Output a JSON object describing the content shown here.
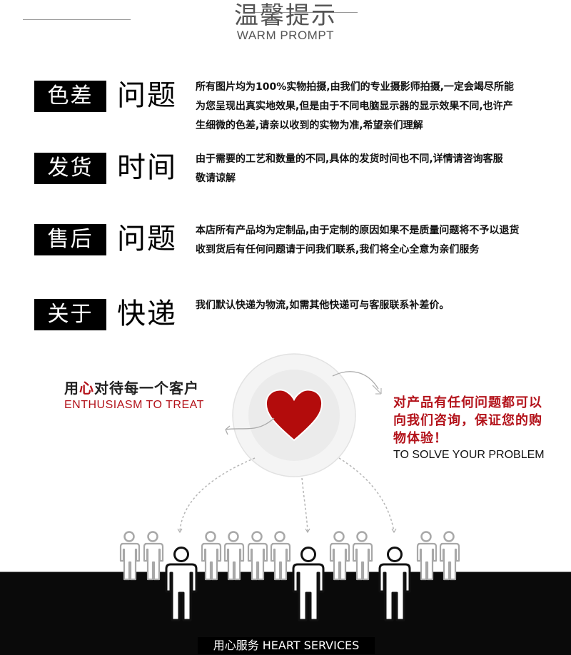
{
  "header": {
    "title": "温馨提示",
    "subtitle": "WARM PROMPT"
  },
  "sections": [
    {
      "tag": "色差",
      "title": "问题",
      "lines": [
        "所有图片均为100%实物拍摄,由我们的专业摄影师拍摄,一定会竭尽所能",
        "为您呈现出真实地效果,但是由于不同电脑显示器的显示效果不同,也许产",
        "生细微的色差,请亲以收到的实物为准,希望亲们理解"
      ]
    },
    {
      "tag": "发货",
      "title": "时间",
      "lines": [
        "由于需要的工艺和数量的不同,具体的发货时间也不同,详情请咨询客服",
        "敬请谅解"
      ]
    },
    {
      "tag": "售后",
      "title": "问题",
      "lines": [
        "本店所有产品均为定制品,由于定制的原因如果不是质量问题将不予以退货",
        "收到货后有任何问题请于问我们联系,我们将全心全意为亲们服务"
      ]
    },
    {
      "tag": "关于",
      "title": "快递",
      "lines": [
        "我们默认快递为物流,如需其他快递可与客服联系补差价。"
      ]
    }
  ],
  "illustration": {
    "left_caption": {
      "cn_before": "用",
      "cn_highlight": "心",
      "cn_after": "对待每一个客户",
      "en": "ENTHUSIASM TO TREAT"
    },
    "right_caption": {
      "cn_lines": [
        "对产品有任何问题都可以",
        "向我们咨询，保证您的购",
        "物体验！"
      ],
      "en": "TO SOLVE YOUR PROBLEM"
    },
    "colors": {
      "heart": "#b30c0c",
      "accent_red": "#b3121a",
      "band": "#0a0a0a"
    }
  },
  "footer": {
    "label": "用心服务 HEART SERVICES"
  }
}
